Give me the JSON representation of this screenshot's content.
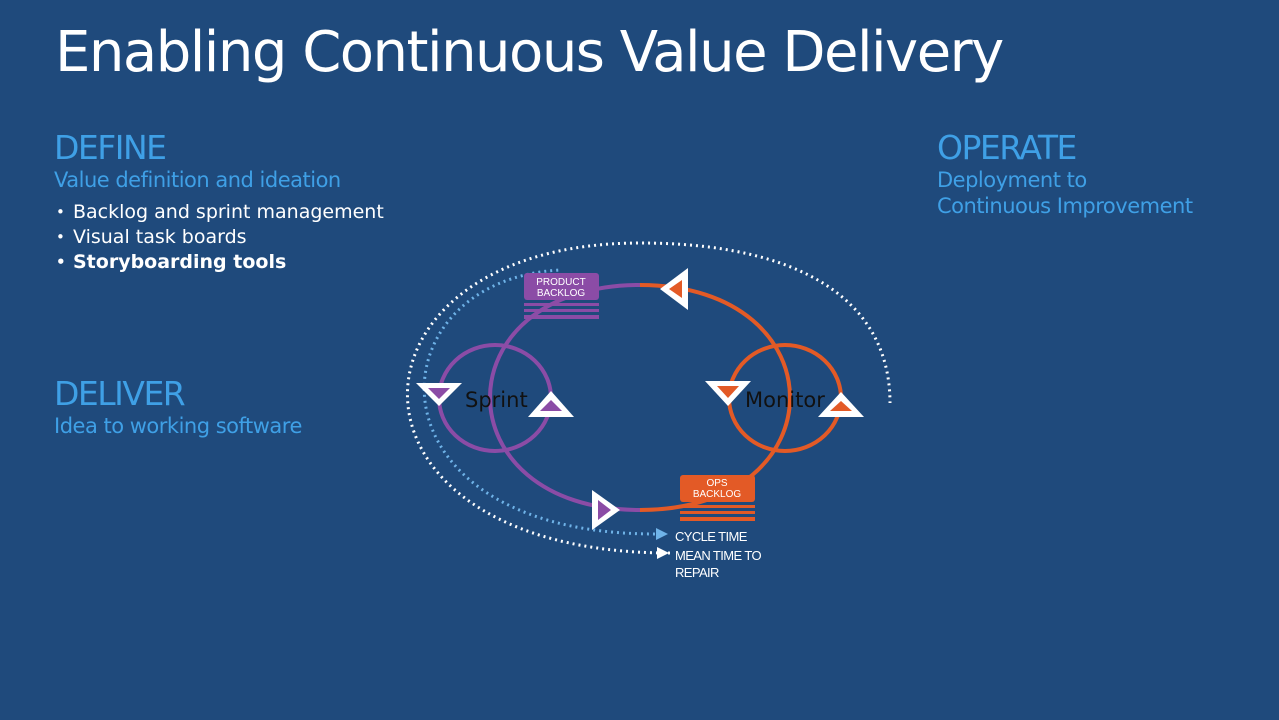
{
  "title": "Enabling Continuous Value Delivery",
  "define": {
    "heading": "DEFINE",
    "subtitle": "Value definition and ideation",
    "bullets": [
      "Backlog and sprint management",
      "Visual task boards",
      "Storyboarding tools"
    ]
  },
  "deliver": {
    "heading": "DELIVER",
    "subtitle": "Idea to working software"
  },
  "operate": {
    "heading": "OPERATE",
    "subtitle_line1": "Deployment to",
    "subtitle_line2": "Continuous Improvement"
  },
  "diagram": {
    "product_backlog_line1": "PRODUCT",
    "product_backlog_line2": "BACKLOG",
    "ops_backlog_line1": "OPS",
    "ops_backlog_line2": "BACKLOG",
    "sprint_label": "Sprint",
    "monitor_label": "Monitor",
    "cycle_time": "CYCLE TIME",
    "mttr_line1": "MEAN TIME TO",
    "mttr_line2": "REPAIR"
  },
  "colors": {
    "background": "#1f4a7c",
    "accent_blue": "#3fa0e6",
    "purple": "#8b4ca6",
    "orange": "#e35a26",
    "light_blue_dotted": "#6fb3e8"
  }
}
